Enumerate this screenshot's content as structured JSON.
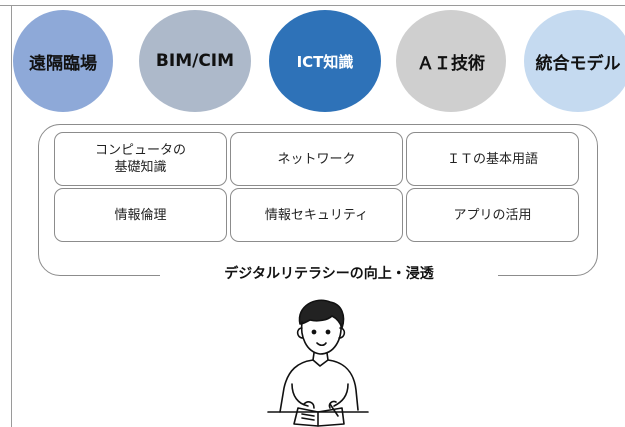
{
  "circles": [
    {
      "label": "遠隔臨場",
      "color": "#8ea9d8"
    },
    {
      "label": "BIM/CIM",
      "color": "#adb9ca"
    },
    {
      "label": "ICT知識",
      "color": "#2e72b8"
    },
    {
      "label": "ＡＩ技術",
      "color": "#cfcfcf"
    },
    {
      "label": "統合モデル",
      "color": "#c5daf0"
    }
  ],
  "topics": [
    {
      "label": "コンピュータの\n基礎知識"
    },
    {
      "label": "ネットワーク"
    },
    {
      "label": "ＩＴの基本用語"
    },
    {
      "label": "情報倫理"
    },
    {
      "label": "情報セキュリティ"
    },
    {
      "label": "アプリの活用"
    }
  ],
  "caption": "デジタルリテラシーの向上・浸透",
  "illustration": "person-studying-icon"
}
